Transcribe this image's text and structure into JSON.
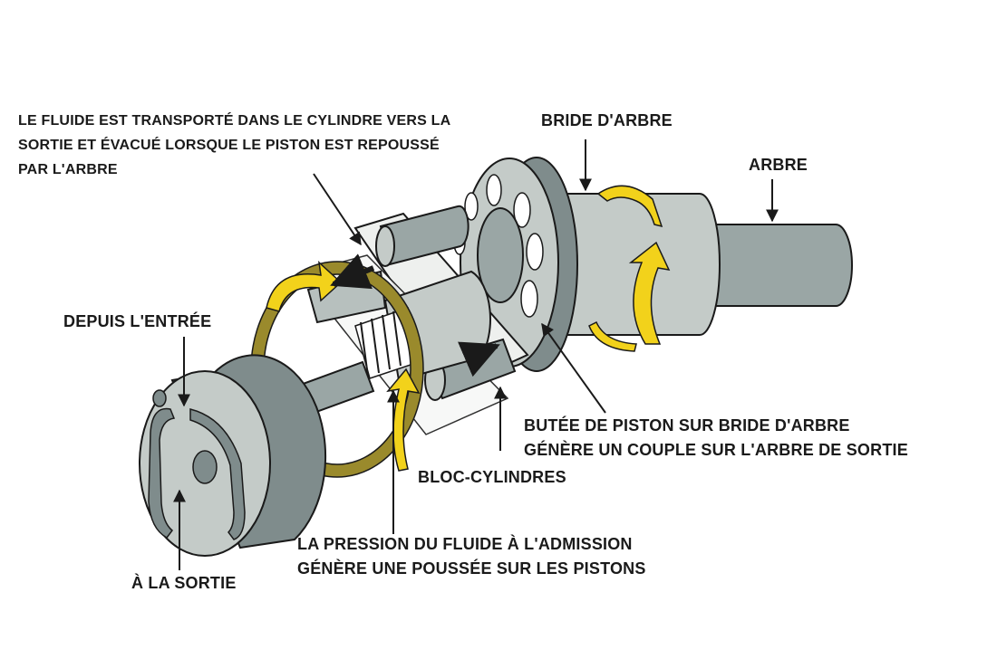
{
  "labels": {
    "fluid_transport": [
      "LE FLUIDE EST TRANSPORTÉ DANS LE CYLINDRE VERS LA",
      "SORTIE ET ÉVACUÉ LORSQUE LE PISTON EST REPOUSSÉ",
      "PAR L'ARBRE"
    ],
    "bride_arbre": "BRIDE D'ARBRE",
    "arbre": "ARBRE",
    "depuis_entree": "DEPUIS L'ENTRÉE",
    "butee": [
      "BUTÉE DE PISTON SUR BRIDE D'ARBRE",
      "GÉNÈRE UN COUPLE SUR L'ARBRE DE SORTIE"
    ],
    "bloc_cylindres": "BLOC-CYLINDRES",
    "pression": [
      "LA PRESSION DU FLUIDE À L'ADMISSION",
      "GÉNÈRE UNE POUSSÉE SUR LES PISTONS"
    ],
    "a_la_sortie": "À LA SORTIE"
  },
  "colors": {
    "metal_light": "#c4cbc8",
    "metal_mid": "#9aa6a5",
    "metal_dark": "#7f8c8c",
    "rotation_arrow": "#f2d21b",
    "cylinder_ring": "#9a8a2c",
    "outline": "#1a1a1a"
  },
  "icons": {
    "rotation_arrow": "curved-yellow-arrow",
    "flow_arrow": "dark-straight-arrow"
  }
}
